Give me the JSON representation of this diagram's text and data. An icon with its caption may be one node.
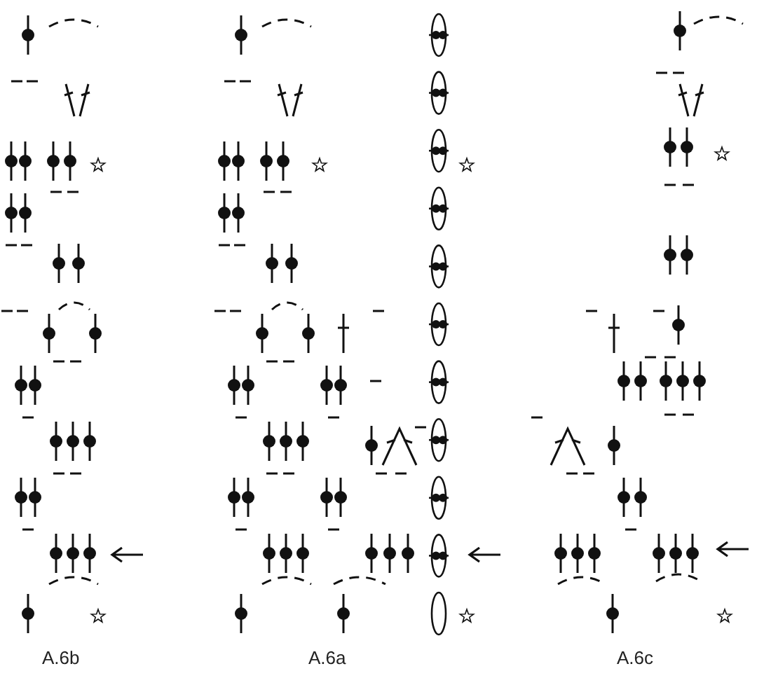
{
  "diagram": {
    "labels": [
      "A.6b",
      "A.6a",
      "A.6c"
    ]
  }
}
